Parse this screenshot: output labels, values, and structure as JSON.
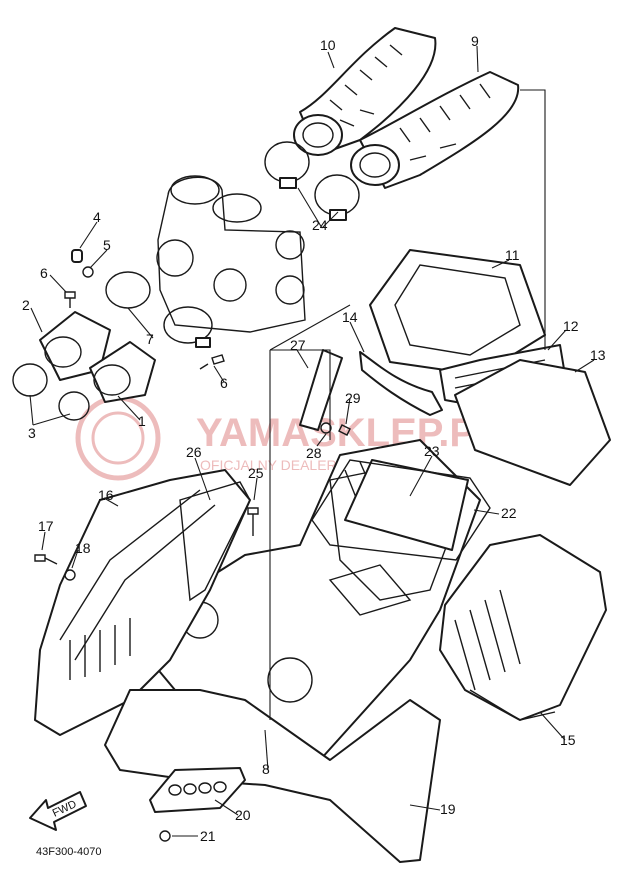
{
  "diagram": {
    "part_code": "43F300-4070",
    "fwd_label": "FWD",
    "watermark": {
      "brand": "YAMASKLEP.PL",
      "tagline": "OFICJALNY DEALER YAMAHA"
    },
    "callouts": [
      {
        "id": "1",
        "label": "1"
      },
      {
        "id": "2",
        "label": "2"
      },
      {
        "id": "3",
        "label": "3"
      },
      {
        "id": "4",
        "label": "4"
      },
      {
        "id": "5",
        "label": "5"
      },
      {
        "id": "6a",
        "label": "6"
      },
      {
        "id": "6b",
        "label": "6"
      },
      {
        "id": "7",
        "label": "7"
      },
      {
        "id": "8",
        "label": "8"
      },
      {
        "id": "9",
        "label": "9"
      },
      {
        "id": "10",
        "label": "10"
      },
      {
        "id": "11",
        "label": "11"
      },
      {
        "id": "12",
        "label": "12"
      },
      {
        "id": "13",
        "label": "13"
      },
      {
        "id": "14",
        "label": "14"
      },
      {
        "id": "15",
        "label": "15"
      },
      {
        "id": "16",
        "label": "16"
      },
      {
        "id": "17",
        "label": "17"
      },
      {
        "id": "18",
        "label": "18"
      },
      {
        "id": "19",
        "label": "19"
      },
      {
        "id": "20",
        "label": "20"
      },
      {
        "id": "21",
        "label": "21"
      },
      {
        "id": "22",
        "label": "22"
      },
      {
        "id": "23",
        "label": "23"
      },
      {
        "id": "24",
        "label": "24"
      },
      {
        "id": "25",
        "label": "25"
      },
      {
        "id": "26",
        "label": "26"
      },
      {
        "id": "27",
        "label": "27"
      },
      {
        "id": "28",
        "label": "28"
      },
      {
        "id": "29",
        "label": "29"
      }
    ]
  }
}
